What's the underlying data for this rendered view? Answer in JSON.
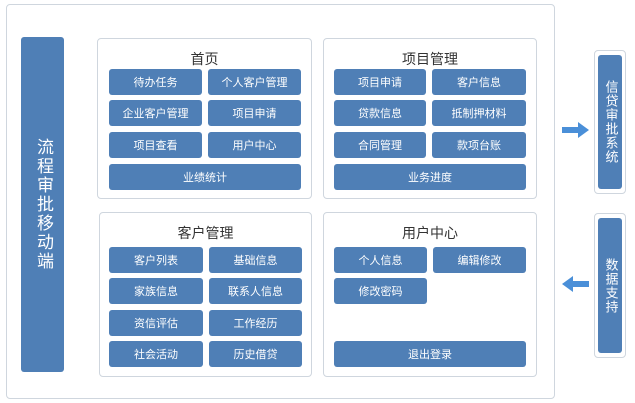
{
  "left_label": "流程审批移动端",
  "panels": {
    "home": {
      "title": "首页",
      "buttons": [
        "待办任务",
        "个人客户管理",
        "企业客户管理",
        "项目申请",
        "项目查看",
        "用户中心",
        "业绩统计"
      ]
    },
    "project": {
      "title": "项目管理",
      "buttons": [
        "项目申请",
        "客户信息",
        "贷款信息",
        "抵制押材料",
        "合同管理",
        "款项台账",
        "业务进度"
      ]
    },
    "customer": {
      "title": "客户管理",
      "buttons": [
        "客户列表",
        "基础信息",
        "家族信息",
        "联系人信息",
        "资信评估",
        "工作经历",
        "社会活动",
        "历史借贷"
      ]
    },
    "user": {
      "title": "用户中心",
      "buttons": [
        "个人信息",
        "编辑修改",
        "修改密码",
        "退出登录"
      ]
    }
  },
  "right": {
    "system": "信贷审批系统",
    "support": "数据支持"
  },
  "colors": {
    "accent": "#4f7fb6",
    "arrow": "#4a8fd8",
    "border": "#cfd6de"
  }
}
